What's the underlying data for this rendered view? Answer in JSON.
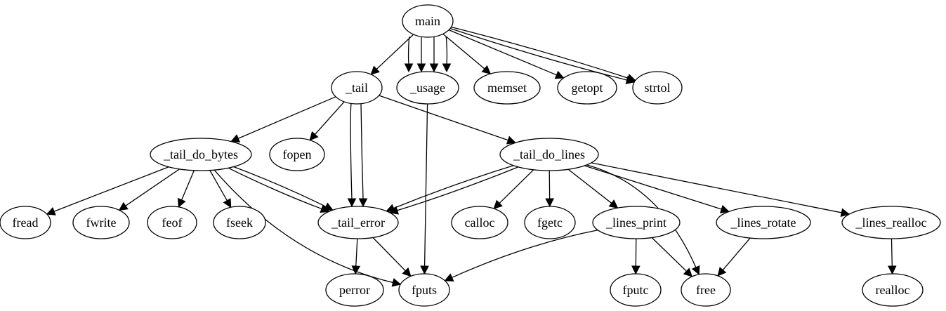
{
  "graph": {
    "nodes": [
      {
        "id": "main",
        "label": "main"
      },
      {
        "id": "_tail",
        "label": "_tail"
      },
      {
        "id": "_usage",
        "label": "_usage"
      },
      {
        "id": "memset",
        "label": "memset"
      },
      {
        "id": "getopt",
        "label": "getopt"
      },
      {
        "id": "strtol",
        "label": "strtol"
      },
      {
        "id": "_tail_do_bytes",
        "label": "_tail_do_bytes"
      },
      {
        "id": "fopen",
        "label": "fopen"
      },
      {
        "id": "_tail_do_lines",
        "label": "_tail_do_lines"
      },
      {
        "id": "fread",
        "label": "fread"
      },
      {
        "id": "fwrite",
        "label": "fwrite"
      },
      {
        "id": "feof",
        "label": "feof"
      },
      {
        "id": "fseek",
        "label": "fseek"
      },
      {
        "id": "_tail_error",
        "label": "_tail_error"
      },
      {
        "id": "calloc",
        "label": "calloc"
      },
      {
        "id": "fgetc",
        "label": "fgetc"
      },
      {
        "id": "_lines_print",
        "label": "_lines_print"
      },
      {
        "id": "_lines_rotate",
        "label": "_lines_rotate"
      },
      {
        "id": "_lines_realloc",
        "label": "_lines_realloc"
      },
      {
        "id": "perror",
        "label": "perror"
      },
      {
        "id": "fputs",
        "label": "fputs"
      },
      {
        "id": "fputc",
        "label": "fputc"
      },
      {
        "id": "free",
        "label": "free"
      },
      {
        "id": "realloc",
        "label": "realloc"
      }
    ],
    "edges": [
      {
        "from": "main",
        "to": "_tail"
      },
      {
        "from": "main",
        "to": "_usage"
      },
      {
        "from": "main",
        "to": "_usage"
      },
      {
        "from": "main",
        "to": "_usage"
      },
      {
        "from": "main",
        "to": "_usage"
      },
      {
        "from": "main",
        "to": "memset"
      },
      {
        "from": "main",
        "to": "getopt"
      },
      {
        "from": "main",
        "to": "strtol"
      },
      {
        "from": "main",
        "to": "strtol"
      },
      {
        "from": "_tail",
        "to": "_tail_do_bytes"
      },
      {
        "from": "_tail",
        "to": "fopen"
      },
      {
        "from": "_tail",
        "to": "_tail_error"
      },
      {
        "from": "_tail",
        "to": "_tail_error"
      },
      {
        "from": "_tail",
        "to": "_tail_do_lines"
      },
      {
        "from": "_usage",
        "to": "fputs"
      },
      {
        "from": "_tail_do_bytes",
        "to": "fread"
      },
      {
        "from": "_tail_do_bytes",
        "to": "fwrite"
      },
      {
        "from": "_tail_do_bytes",
        "to": "feof"
      },
      {
        "from": "_tail_do_bytes",
        "to": "fseek"
      },
      {
        "from": "_tail_do_bytes",
        "to": "_tail_error"
      },
      {
        "from": "_tail_do_bytes",
        "to": "_tail_error"
      },
      {
        "from": "_tail_do_bytes",
        "to": "fputs"
      },
      {
        "from": "_tail_do_lines",
        "to": "_tail_error"
      },
      {
        "from": "_tail_do_lines",
        "to": "_tail_error"
      },
      {
        "from": "_tail_do_lines",
        "to": "calloc"
      },
      {
        "from": "_tail_do_lines",
        "to": "fgetc"
      },
      {
        "from": "_tail_do_lines",
        "to": "_lines_print"
      },
      {
        "from": "_tail_do_lines",
        "to": "free"
      },
      {
        "from": "_tail_do_lines",
        "to": "_lines_rotate"
      },
      {
        "from": "_tail_do_lines",
        "to": "_lines_realloc"
      },
      {
        "from": "_tail_error",
        "to": "perror"
      },
      {
        "from": "_tail_error",
        "to": "fputs"
      },
      {
        "from": "_lines_print",
        "to": "fputs"
      },
      {
        "from": "_lines_print",
        "to": "fputc"
      },
      {
        "from": "_lines_print",
        "to": "free"
      },
      {
        "from": "_lines_rotate",
        "to": "free"
      },
      {
        "from": "_lines_realloc",
        "to": "realloc"
      }
    ]
  }
}
